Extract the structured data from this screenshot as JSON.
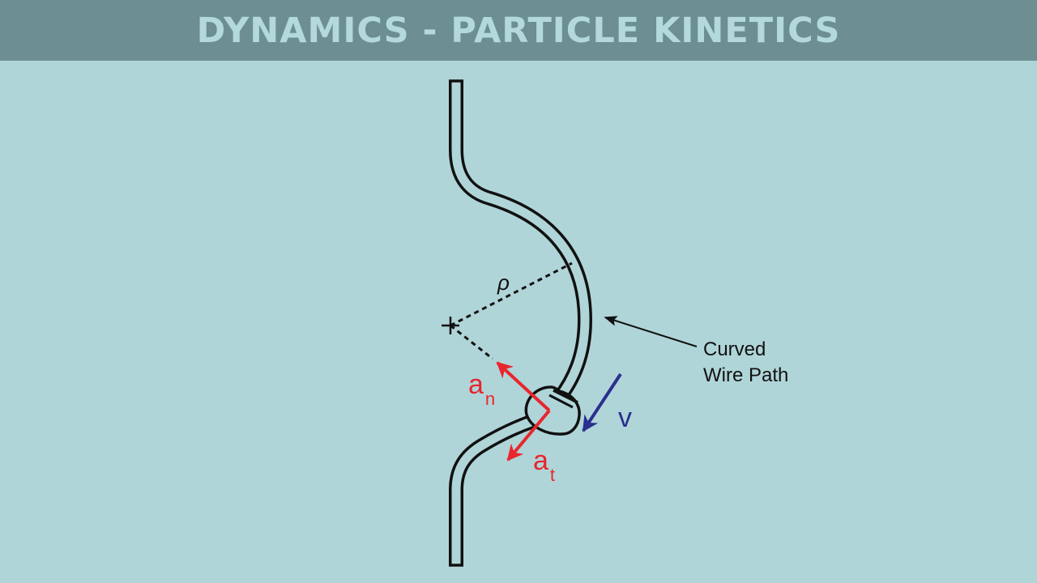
{
  "header": {
    "title": "DYNAMICS - PARTICLE KINETICS"
  },
  "diagram": {
    "rho_label": "ρ",
    "wire_label_line1": "Curved",
    "wire_label_line2": "Wire Path",
    "an_main": "a",
    "an_sub": "n",
    "at_main": "a",
    "at_sub": "t",
    "v_label": "v"
  },
  "colors": {
    "background": "#b0d5d8",
    "title_bar": "#6d8f92",
    "title_text": "#b3d9dc",
    "acceleration": "#e8262d",
    "velocity": "#2b2f8f",
    "wire": "#111111"
  }
}
